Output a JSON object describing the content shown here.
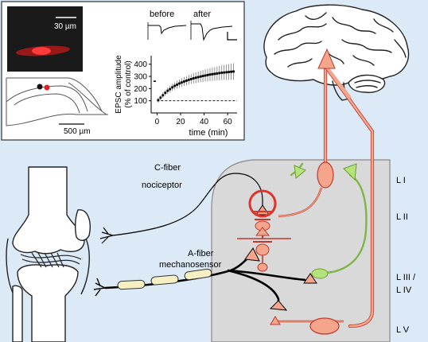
{
  "colors": {
    "background": "#dce9f6",
    "spinal_cord": "#d9d9d9",
    "neuron_fill": "#f4a58c",
    "neuron_stroke": "#c0392b",
    "projection": "#f4a58c",
    "green_interneuron": "#b5e27a",
    "fiber_sheath": "#f6efc4",
    "highlight_ring": "#e2322a",
    "microscopy_bg": "#1a1a1a",
    "microscopy_cell": "#e02020"
  },
  "inset": {
    "scale_bar_top": "30 µm",
    "scale_bar_bottom": "500 µm",
    "trace_before": "before",
    "trace_after": "after"
  },
  "chart_data": {
    "type": "scatter",
    "xlabel": "time (min)",
    "ylabel_line1": "EPSC amplitude",
    "ylabel_line2": "(% of control)",
    "xlim": [
      -5,
      68
    ],
    "ylim": [
      0,
      470
    ],
    "x_ticks": [
      0,
      20,
      40,
      60
    ],
    "y_ticks": [
      100,
      200,
      300,
      400
    ],
    "baseline": 100,
    "error_bars": true,
    "points": [
      {
        "x": 1,
        "y": 105
      },
      {
        "x": 3,
        "y": 125
      },
      {
        "x": 5,
        "y": 145
      },
      {
        "x": 7,
        "y": 165
      },
      {
        "x": 9,
        "y": 182
      },
      {
        "x": 11,
        "y": 195
      },
      {
        "x": 13,
        "y": 210
      },
      {
        "x": 15,
        "y": 222
      },
      {
        "x": 17,
        "y": 232
      },
      {
        "x": 19,
        "y": 242
      },
      {
        "x": 21,
        "y": 250
      },
      {
        "x": 23,
        "y": 258
      },
      {
        "x": 25,
        "y": 265
      },
      {
        "x": 27,
        "y": 272
      },
      {
        "x": 29,
        "y": 278
      },
      {
        "x": 31,
        "y": 284
      },
      {
        "x": 33,
        "y": 289
      },
      {
        "x": 35,
        "y": 294
      },
      {
        "x": 37,
        "y": 299
      },
      {
        "x": 39,
        "y": 303
      },
      {
        "x": 41,
        "y": 307
      },
      {
        "x": 43,
        "y": 311
      },
      {
        "x": 45,
        "y": 315
      },
      {
        "x": 47,
        "y": 318
      },
      {
        "x": 49,
        "y": 321
      },
      {
        "x": 51,
        "y": 324
      },
      {
        "x": 53,
        "y": 327
      },
      {
        "x": 55,
        "y": 330
      },
      {
        "x": 57,
        "y": 332
      },
      {
        "x": 59,
        "y": 334
      },
      {
        "x": 61,
        "y": 336
      },
      {
        "x": 63,
        "y": 338
      },
      {
        "x": 65,
        "y": 340
      }
    ]
  },
  "labels": {
    "c_fiber": "C-fiber",
    "nociceptor": "nociceptor",
    "a_fiber": "A-fiber",
    "mechanosensor": "mechanosensor",
    "layer_1": "L I",
    "layer_2": "L II",
    "layer_3_4_line1": "L III /",
    "layer_3_4_line2": "L IV",
    "layer_5": "L V"
  }
}
